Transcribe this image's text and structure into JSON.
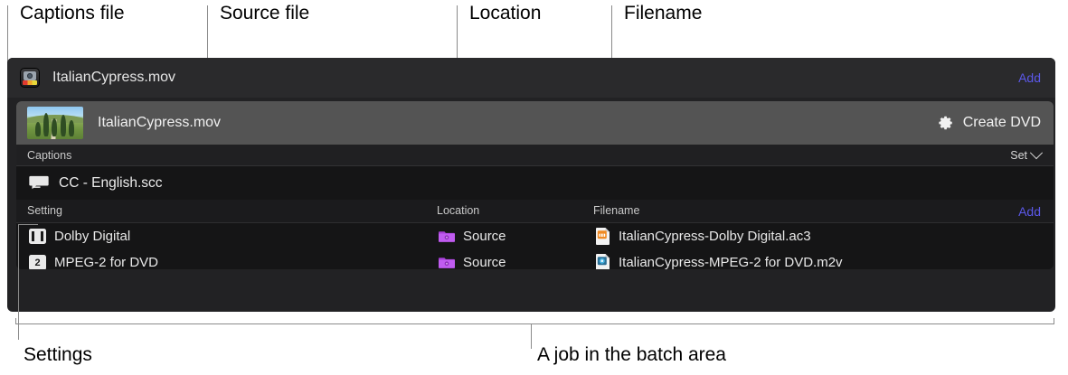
{
  "annotations": {
    "captions_file": "Captions file",
    "source_file": "Source file",
    "location": "Location",
    "filename": "Filename",
    "settings": "Settings",
    "job_batch": "A job in the batch area"
  },
  "panel": {
    "source_bar": {
      "app_icon": "compressor-app-icon",
      "source_name": "ItalianCypress.mov",
      "add_label": "Add"
    },
    "job": {
      "thumbnail": "italian-cypress-thumbnail",
      "title": "ItalianCypress.mov",
      "gear_icon": "gear-icon",
      "create_dvd_label": "Create DVD",
      "captions": {
        "header_label": "Captions",
        "set_label": "Set",
        "chevron_icon": "chevron-down-icon",
        "items": [
          {
            "icon": "closed-caption-icon",
            "name": "CC - English.scc"
          }
        ]
      },
      "settings_table": {
        "columns": {
          "setting": "Setting",
          "location": "Location",
          "filename": "Filename"
        },
        "add_label": "Add",
        "rows": [
          {
            "setting_icon": "dolby-digital-icon",
            "setting": "Dolby Digital",
            "location_icon": "purple-folder-icon",
            "location": "Source",
            "file_icon": "audio-file-icon",
            "filename": "ItalianCypress-Dolby Digital.ac3"
          },
          {
            "setting_icon": "mpeg2-icon",
            "setting": "MPEG-2 for DVD",
            "location_icon": "purple-folder-icon",
            "location": "Source",
            "file_icon": "video-file-icon",
            "filename": "ItalianCypress-MPEG-2 for DVD.m2v"
          }
        ]
      }
    }
  },
  "colors": {
    "link": "#5b58e8",
    "folder": "#b24ae0",
    "audio_file": "#f08a22",
    "video_file": "#3ea0d8",
    "panel_bg": "#222224",
    "job_header_bg": "#545454"
  }
}
